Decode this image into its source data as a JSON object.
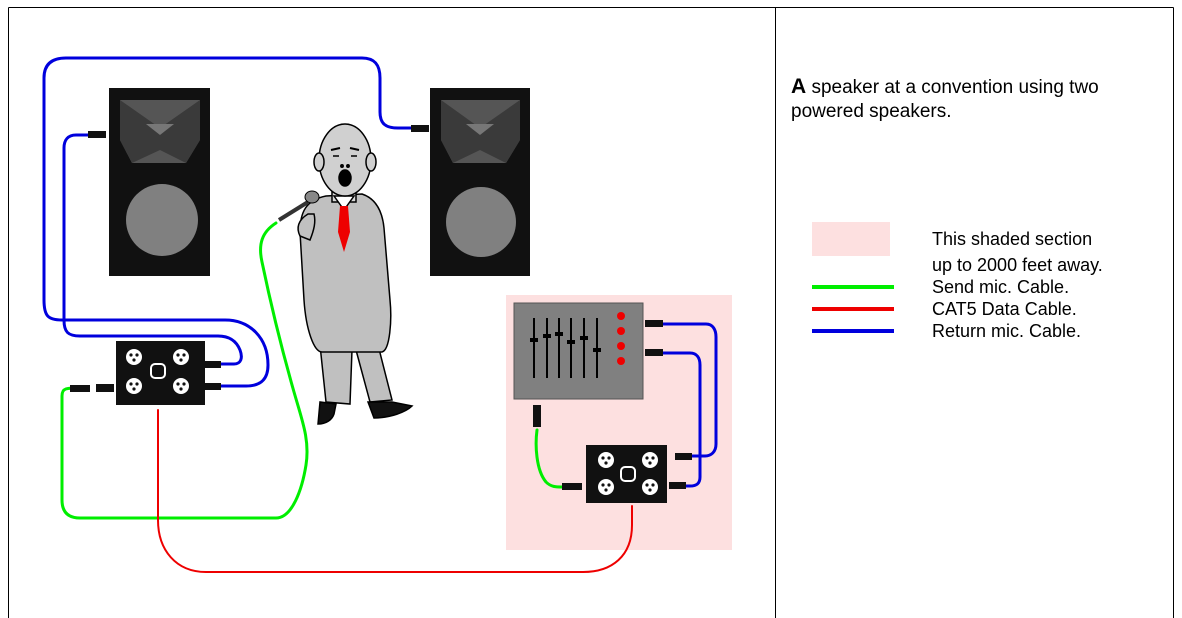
{
  "caption": {
    "lead": "A",
    "text": " speaker at a convention using two powered speakers."
  },
  "legend": {
    "shaded_line1": "This shaded section",
    "shaded_line2": "up to 2000 feet away.",
    "send": "Send mic. Cable.",
    "cat5": "CAT5 Data Cable.",
    "return": "Return mic. Cable."
  },
  "colors": {
    "send_cable": "#00ee00",
    "cat5_cable": "#ee0000",
    "return_cable": "#0000dd",
    "shaded_section": "#fde0e0",
    "speaker_cabinet": "#111111",
    "mixer": "#808080",
    "tie": "#ee0000"
  },
  "icons": {
    "speakers": "powered-speaker-icon",
    "person": "presenter-icon",
    "microphone": "microphone-icon",
    "snake_boxes": "snake-box-icon",
    "mixer": "mixing-console-icon"
  }
}
